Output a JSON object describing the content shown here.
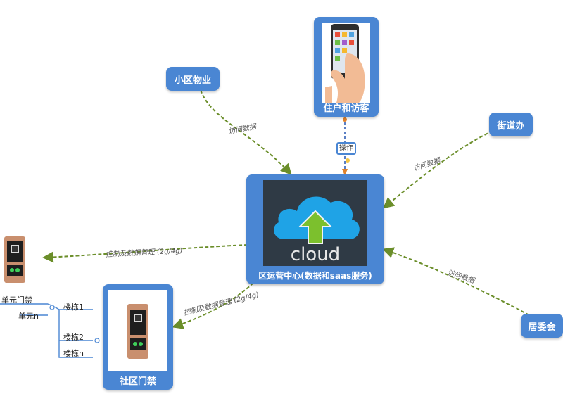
{
  "nodes": {
    "property": "小区物业",
    "residents": "住户和访客",
    "street": "街道办",
    "center": "区运营中心(数据和saas服务)",
    "committee": "居委会",
    "gate": "社区门禁"
  },
  "cloud_text": "cloud",
  "operate_tag": "操作",
  "edge_labels": {
    "property_access": "访问数据",
    "street_access": "访问数据",
    "committee_access": "访问数据",
    "left_control": "控制及数据管理 (2g/4g)",
    "gate_control": "控制及数据管理 (2g/4g)"
  },
  "tree": {
    "unit_gate": "单元门禁",
    "unit_n": "单元n",
    "building_1": "楼栋1",
    "building_2": "楼栋2",
    "building_n": "楼栋n"
  },
  "colors": {
    "node_blue": "#4a86d3",
    "arrow_green": "#6b8e2a",
    "cloud_blue": "#1fa3e6",
    "upload_green": "#7cc02d"
  }
}
